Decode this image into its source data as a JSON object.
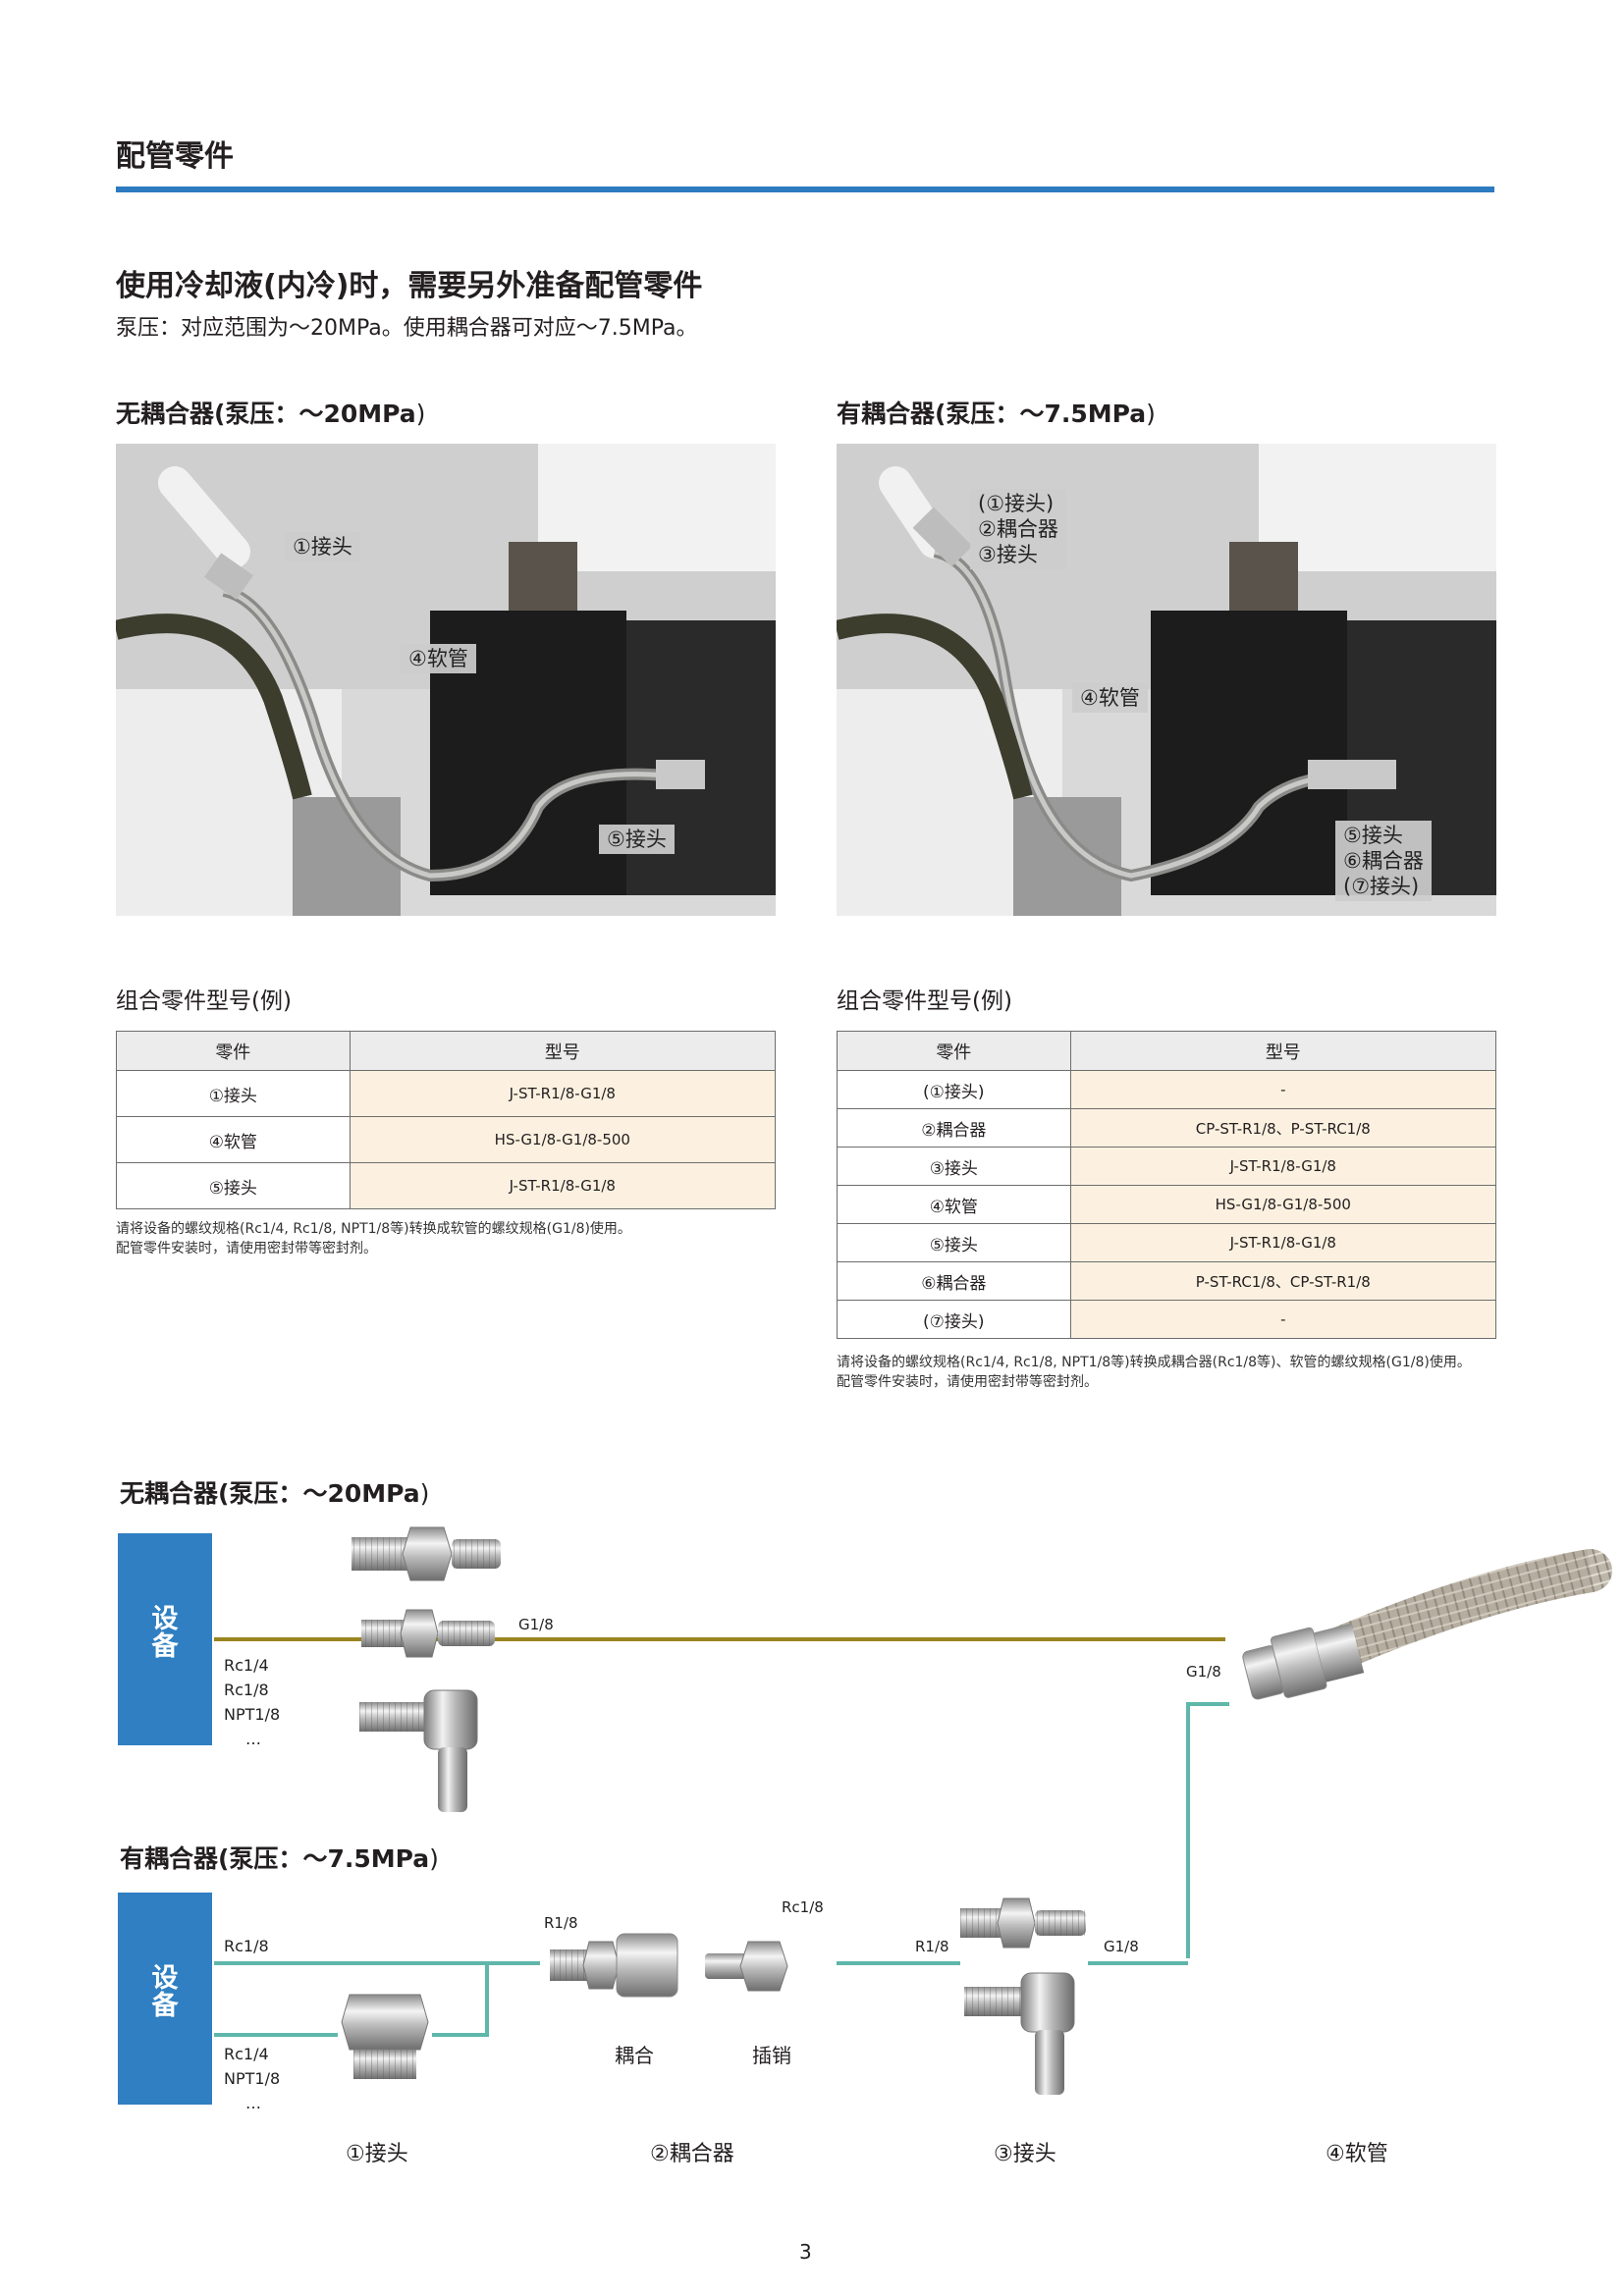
{
  "header": {
    "title": "配管零件"
  },
  "intro": {
    "heading": "使用冷却液(内冷)时，需要另外准备配管零件",
    "description": "泵压：对应范围为～20MPa。使用耦合器可对应～7.5MPa。"
  },
  "left_panel": {
    "heading_main": "无耦合器(泵压：",
    "heading_value": "～20MPa",
    "heading_close": ")",
    "callouts": [
      "①接头",
      "④软管",
      "⑤接头"
    ],
    "table_title": "组合零件型号(例)",
    "table_headers": [
      "零件",
      "型号"
    ],
    "rows": [
      {
        "part": "①接头",
        "model": "J-ST-R1/8-G1/8"
      },
      {
        "part": "④软管",
        "model": "HS-G1/8-G1/8-500"
      },
      {
        "part": "⑤接头",
        "model": "J-ST-R1/8-G1/8"
      }
    ],
    "notes": [
      "请将设备的螺纹规格(Rc1/4, Rc1/8, NPT1/8等)转换成软管的螺纹规格(G1/8)使用。",
      "配管零件安装时，请使用密封带等密封剂。"
    ]
  },
  "right_panel": {
    "heading_main": "有耦合器(泵压：",
    "heading_value": "～7.5MPa",
    "heading_close": ")",
    "callout_top": [
      "(①接头)",
      "②耦合器",
      "③接头"
    ],
    "callout_middle": "④软管",
    "callout_bottom": [
      "⑤接头",
      "⑥耦合器",
      "(⑦接头)"
    ],
    "table_title": "组合零件型号(例)",
    "table_headers": [
      "零件",
      "型号"
    ],
    "rows": [
      {
        "part": "(①接头)",
        "model": "-"
      },
      {
        "part": "②耦合器",
        "model": "CP-ST-R1/8、P-ST-RC1/8"
      },
      {
        "part": "③接头",
        "model": "J-ST-R1/8-G1/8"
      },
      {
        "part": "④软管",
        "model": "HS-G1/8-G1/8-500"
      },
      {
        "part": "⑤接头",
        "model": "J-ST-R1/8-G1/8"
      },
      {
        "part": "⑥耦合器",
        "model": "P-ST-RC1/8、CP-ST-R1/8"
      },
      {
        "part": "(⑦接头)",
        "model": "-"
      }
    ],
    "notes": [
      "请将设备的螺纹规格(Rc1/4, Rc1/8, NPT1/8等)转换成耦合器(Rc1/8等)、软管的螺纹规格(G1/8)使用。",
      "配管零件安装时，请使用密封带等密封剂。"
    ]
  },
  "diagram": {
    "no_coupler": {
      "heading_main": "无耦合器(泵压：",
      "heading_value": "～20MPa",
      "heading_close": ")",
      "device_label": [
        "设",
        "备"
      ],
      "device_threads": [
        "Rc1/4",
        "Rc1/8",
        "NPT1/8",
        "…"
      ],
      "pipe_thread": "G1/8",
      "hose_thread": "G1/8"
    },
    "with_coupler": {
      "heading_main": "有耦合器(泵压：",
      "heading_value": "～7.5MPa",
      "heading_close": ")",
      "device_label": [
        "设",
        "备"
      ],
      "device_thread_top": "Rc1/8",
      "device_threads_bottom": [
        "Rc1/4",
        "NPT1/8",
        "…"
      ],
      "coupler_in_thread": "R1/8",
      "plug_thread": "Rc1/8",
      "coupler_label": "耦合",
      "plug_label": "插销",
      "joint3_in_thread": "R1/8",
      "joint3_out_thread": "G1/8"
    },
    "part_captions": [
      "①接头",
      "②耦合器",
      "③接头",
      "④软管"
    ],
    "colors": {
      "device": "#2f7fc2",
      "line_no_coupler": "#9a8420",
      "line_with_coupler": "#5fb6aa"
    }
  },
  "footer": {
    "page_number": "3"
  }
}
